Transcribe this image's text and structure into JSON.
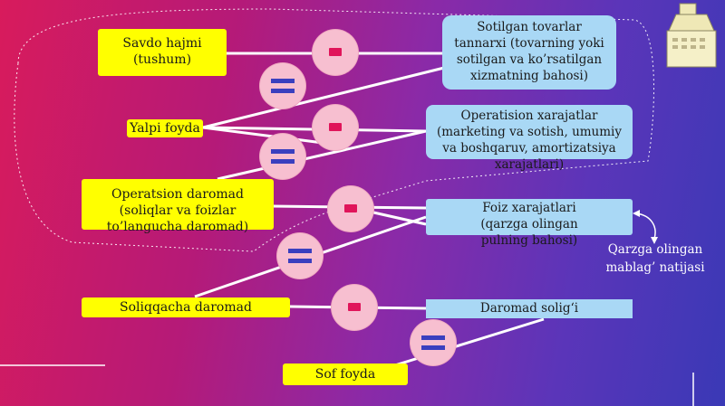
{
  "left_boxes": {
    "sales": "Savdo hajmi\n(tushum)",
    "gross_profit": "Yalpi foyda",
    "operating_income": "Operatsion daromad (soliqlar va foizlar to’langucha daromad)",
    "pretax_income": "Soliqqacha daromad",
    "net_profit": "Sof foyda"
  },
  "right_boxes": {
    "cogs": "Sotilgan tovarlar tannarxi (tovarning yoki sotilgan va ko’rsatilgan xizmatning bahosi)",
    "opex": "Operatision xarajatlar (marketing va sotish, umumiy va boshqaruv, amortizatsiya xarajatlari)",
    "interest": "Foiz xarajatlari (qarzga olingan pulning bahosi)",
    "tax": "Daromad solig‘i"
  },
  "note": "Qarzga olingan mablag’ natijasi",
  "colors": {
    "yellow": "#ffff00",
    "blue": "#a9d8f5",
    "circle": "#f7bfd0",
    "minus": "#e0145a",
    "equals": "#3a3fbf"
  },
  "icons": [
    "cash-register-icon",
    "curved-arrow-icon"
  ]
}
